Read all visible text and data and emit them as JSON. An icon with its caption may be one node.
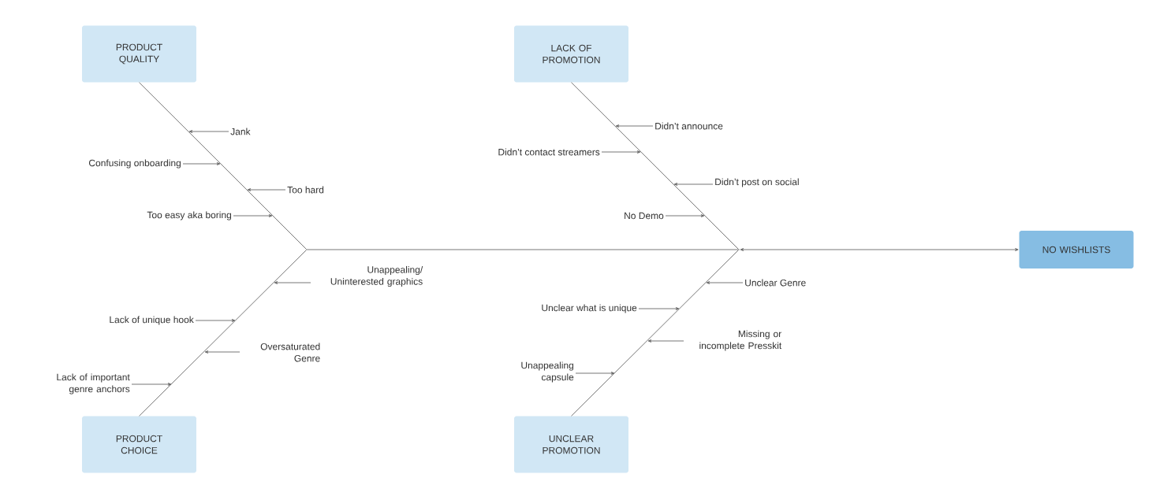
{
  "diagram": {
    "nodes": [
      {
        "text": [
          "PRODUCT QUALITY"
        ]
      },
      {
        "text": [
          "LACK OF PROMOTION"
        ]
      },
      {
        "text": [
          "NO WISHLISTS"
        ]
      },
      {
        "text": [
          "PRODUCT CHOICE"
        ]
      },
      {
        "text": [
          "UNCLEAR PROMOTION"
        ]
      },
      {
        "text": [],
        "shape": "dot"
      },
      {
        "text": [],
        "shape": "dot"
      },
      {
        "text": [
          "Jank"
        ]
      },
      {
        "text": [
          "Confusing onboarding"
        ]
      },
      {
        "text": [
          "Too hard"
        ]
      },
      {
        "text": [
          "Too easy aka boring"
        ]
      },
      {
        "text": [
          "Unappealing/ Uninterested graphics"
        ]
      },
      {
        "text": [
          "Lack of unique hook"
        ]
      },
      {
        "text": [
          "Oversaturated Genre"
        ]
      },
      {
        "text": [
          "Lack of important genre anchors"
        ]
      },
      {
        "text": [
          "Didn’t announce"
        ]
      },
      {
        "text": [
          "Didn’t contact streamers"
        ]
      },
      {
        "text": [
          "Didn’t post on social"
        ]
      },
      {
        "text": [
          "No Demo"
        ]
      },
      {
        "text": [
          "Unclear Genre"
        ]
      },
      {
        "text": [
          "Unclear what is unique"
        ]
      },
      {
        "text": [
          "Missing or incomplete Presskit"
        ]
      },
      {
        "text": [
          "Unappealing capsule"
        ]
      }
    ],
    "edges": [
      {
        "from": 0,
        "to": 5,
        "arrow": "none"
      },
      {
        "from": 3,
        "to": 5,
        "arrow": "none"
      },
      {
        "from": 1,
        "to": 6,
        "arrow": "none"
      },
      {
        "from": 4,
        "to": 6,
        "arrow": "none"
      },
      {
        "from": 5,
        "to": 6,
        "arrow": "none"
      },
      {
        "from": 6,
        "to": 2,
        "arrow": "both"
      },
      {
        "from": 7,
        "to": null,
        "arrow": "to"
      },
      {
        "from": 8,
        "to": null,
        "arrow": "to"
      },
      {
        "from": 9,
        "to": null,
        "arrow": "to"
      },
      {
        "from": 10,
        "to": null,
        "arrow": "to"
      },
      {
        "from": 11,
        "to": null,
        "arrow": "to"
      },
      {
        "from": 12,
        "to": null,
        "arrow": "to"
      },
      {
        "from": 13,
        "to": null,
        "arrow": "to"
      },
      {
        "from": 14,
        "to": null,
        "arrow": "to"
      },
      {
        "from": 15,
        "to": null,
        "arrow": "to"
      },
      {
        "from": 16,
        "to": null,
        "arrow": "to"
      },
      {
        "from": 17,
        "to": null,
        "arrow": "to"
      },
      {
        "from": 18,
        "to": null,
        "arrow": "to"
      },
      {
        "from": 19,
        "to": null,
        "arrow": "to"
      },
      {
        "from": 20,
        "to": null,
        "arrow": "to"
      },
      {
        "from": 21,
        "to": null,
        "arrow": "to"
      },
      {
        "from": 22,
        "to": null,
        "arrow": "to"
      }
    ]
  }
}
